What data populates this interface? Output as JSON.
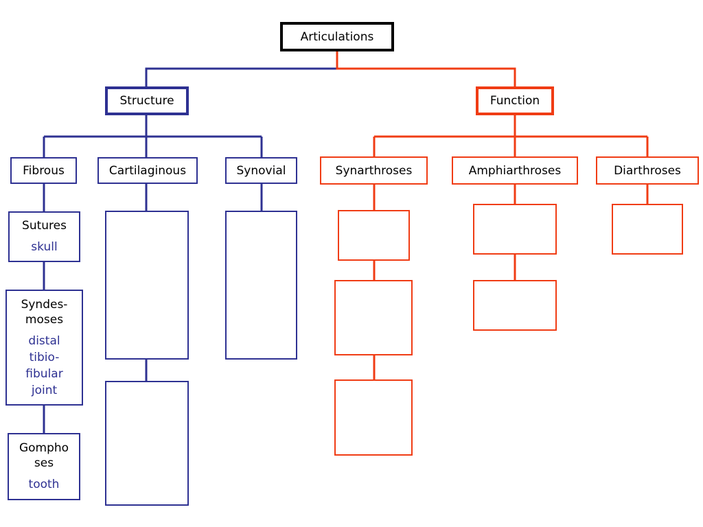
{
  "root": {
    "label": "Articulations"
  },
  "structure": {
    "label": "Structure",
    "categories": {
      "fibrous": {
        "label": "Fibrous",
        "sutures": {
          "label": "Sutures",
          "example": "skull"
        },
        "syndesmoses": {
          "label_line1": "Syndes-",
          "label_line2": "moses",
          "example_lines": [
            "distal",
            "tibio-",
            "fibular",
            "joint"
          ]
        },
        "gomphoses": {
          "label_line1": "Gompho",
          "label_line2": "ses",
          "example": "tooth"
        }
      },
      "cartilaginous": {
        "label": "Cartilaginous"
      },
      "synovial": {
        "label": "Synovial"
      }
    }
  },
  "function": {
    "label": "Function",
    "categories": {
      "synarthroses": {
        "label": "Synarthroses"
      },
      "amphiarthroses": {
        "label": "Amphiarthroses"
      },
      "diarthroses": {
        "label": "Diarthroses"
      }
    }
  },
  "colors": {
    "structure": "#2e3192",
    "function": "#f03c14",
    "root": "#000000"
  }
}
